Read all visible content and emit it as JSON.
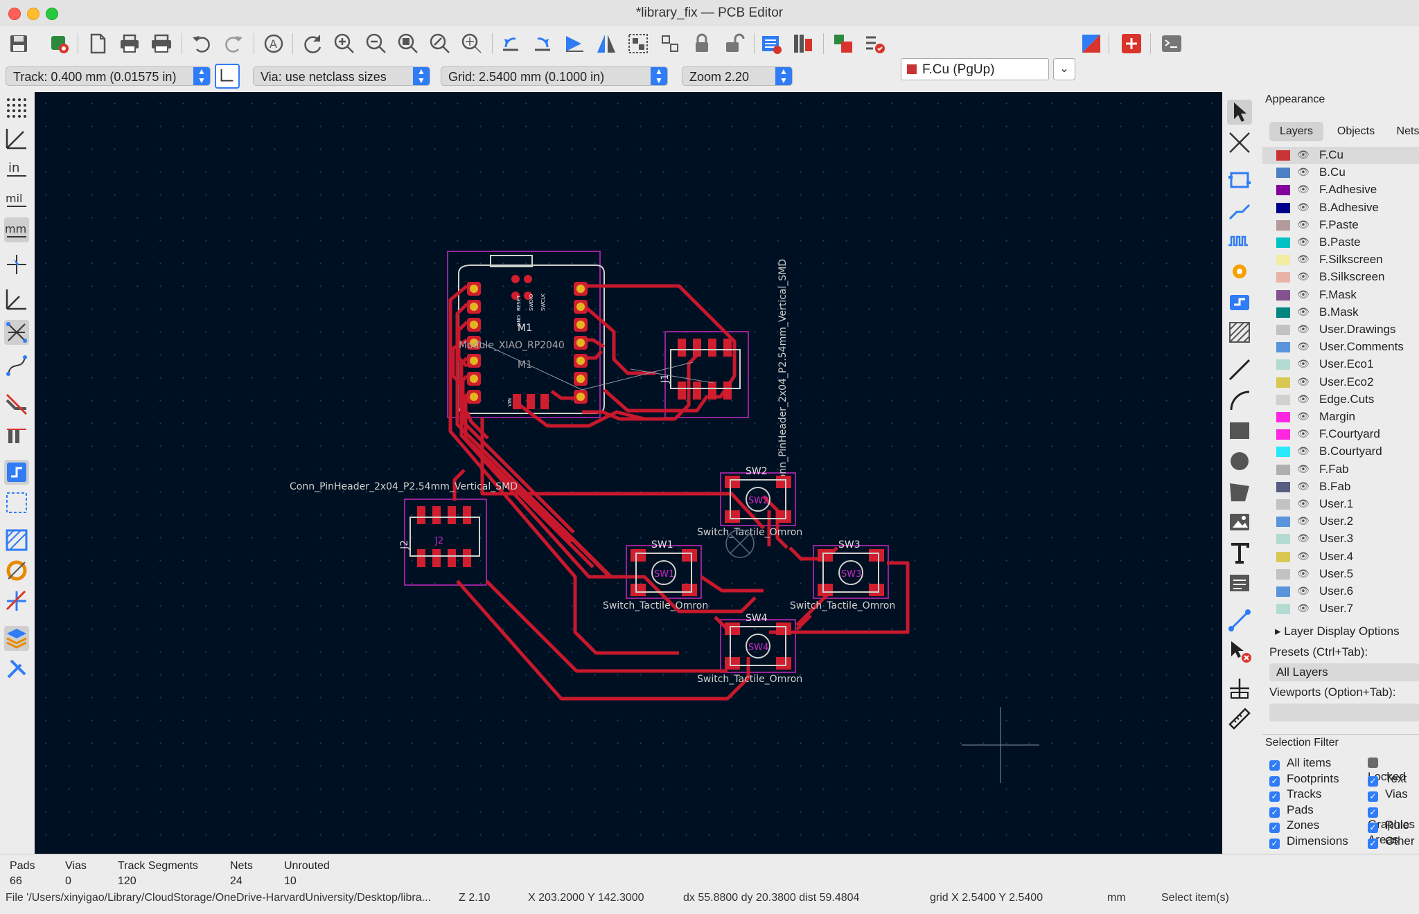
{
  "window": {
    "title": "*library_fix — PCB Editor"
  },
  "toolbar": {
    "layer_selector": "F.Cu (PgUp)",
    "layer_color": "#c83434"
  },
  "options": {
    "track": "Track: 0.400 mm (0.01575 in)",
    "via": "Via: use netclass sizes",
    "grid": "Grid: 2.5400 mm (0.1000 in)",
    "zoom": "Zoom 2.20"
  },
  "left_toolbar": {
    "units_in": "in",
    "units_mil": "mil",
    "units_mm": "mm"
  },
  "pcb": {
    "labels": {
      "m1_ref": "M1",
      "m1_val": "Module_XIAO_RP2040",
      "m1_fab": "M1",
      "j1_ref": "J1",
      "j1_val": "Conn_PinHeader_2x04_P2.54mm_Vertical_SMD",
      "j2_ref": "J2",
      "j2_fab": "J2",
      "j2_val": "Conn_PinHeader_2x04_P2.54mm_Vertical_SMD",
      "sw1": "SW1",
      "sw2": "SW2",
      "sw3": "SW3",
      "sw4": "SW4",
      "switch_val": "Switch_Tactile_Omron",
      "vin": "VIN",
      "reset": "RESET",
      "gnd": "GND",
      "swdio": "SWDIO",
      "swclk": "SWCLK"
    }
  },
  "appearance": {
    "title": "Appearance",
    "tabs": [
      "Layers",
      "Objects",
      "Nets"
    ],
    "layers": [
      {
        "name": "F.Cu",
        "color": "#c83434"
      },
      {
        "name": "B.Cu",
        "color": "#4d7fc4"
      },
      {
        "name": "F.Adhesive",
        "color": "#84009c"
      },
      {
        "name": "B.Adhesive",
        "color": "#00008a"
      },
      {
        "name": "F.Paste",
        "color": "#b49b9b"
      },
      {
        "name": "B.Paste",
        "color": "#00c2c2"
      },
      {
        "name": "F.Silkscreen",
        "color": "#f2eda1"
      },
      {
        "name": "B.Silkscreen",
        "color": "#e8b2a7"
      },
      {
        "name": "F.Mask",
        "color": "#84528f"
      },
      {
        "name": "B.Mask",
        "color": "#02867f"
      },
      {
        "name": "User.Drawings",
        "color": "#c2c2c2"
      },
      {
        "name": "User.Comments",
        "color": "#5994dc"
      },
      {
        "name": "User.Eco1",
        "color": "#b4dbd2"
      },
      {
        "name": "User.Eco2",
        "color": "#d8c852"
      },
      {
        "name": "Edge.Cuts",
        "color": "#d0d2cd"
      },
      {
        "name": "Margin",
        "color": "#ff26e2"
      },
      {
        "name": "F.Courtyard",
        "color": "#ff26e2"
      },
      {
        "name": "B.Courtyard",
        "color": "#26e9ff"
      },
      {
        "name": "F.Fab",
        "color": "#afafaf"
      },
      {
        "name": "B.Fab",
        "color": "#585d84"
      },
      {
        "name": "User.1",
        "color": "#c2c2c2"
      },
      {
        "name": "User.2",
        "color": "#5994dc"
      },
      {
        "name": "User.3",
        "color": "#b4dbd2"
      },
      {
        "name": "User.4",
        "color": "#d8c852"
      },
      {
        "name": "User.5",
        "color": "#c2c2c2"
      },
      {
        "name": "User.6",
        "color": "#5994dc"
      },
      {
        "name": "User.7",
        "color": "#b4dbd2"
      }
    ],
    "layer_display_options": "Layer Display Options",
    "presets_label": "Presets (Ctrl+Tab):",
    "presets_value": "All Layers",
    "viewports_label": "Viewports (Option+Tab):"
  },
  "selection_filter": {
    "title": "Selection Filter",
    "left": [
      {
        "label": "All items",
        "checked": true
      },
      {
        "label": "Footprints",
        "checked": true
      },
      {
        "label": "Tracks",
        "checked": true
      },
      {
        "label": "Pads",
        "checked": true
      },
      {
        "label": "Zones",
        "checked": true
      },
      {
        "label": "Dimensions",
        "checked": true
      }
    ],
    "right": [
      {
        "label": "Locked",
        "checked": false
      },
      {
        "label": "Text",
        "checked": true
      },
      {
        "label": "Vias",
        "checked": true
      },
      {
        "label": "Graphics",
        "checked": true
      },
      {
        "label": "Rule Areas",
        "checked": true
      },
      {
        "label": "Other",
        "checked": true
      }
    ]
  },
  "status": {
    "pads_label": "Pads",
    "pads": "66",
    "vias_label": "Vias",
    "vias": "0",
    "tracks_label": "Track Segments",
    "tracks": "120",
    "nets_label": "Nets",
    "nets": "24",
    "unrouted_label": "Unrouted",
    "unrouted": "10"
  },
  "footer": {
    "file": "File '/Users/xinyigao/Library/CloudStorage/OneDrive-HarvardUniversity/Desktop/libra...",
    "zoom": "Z 2.10",
    "xy": "X 203.2000  Y 142.3000",
    "dxdy": "dx 55.8800  dy 20.3800  dist 59.4804",
    "grid": "grid X 2.5400  Y 2.5400",
    "units": "mm",
    "mode": "Select item(s)"
  }
}
